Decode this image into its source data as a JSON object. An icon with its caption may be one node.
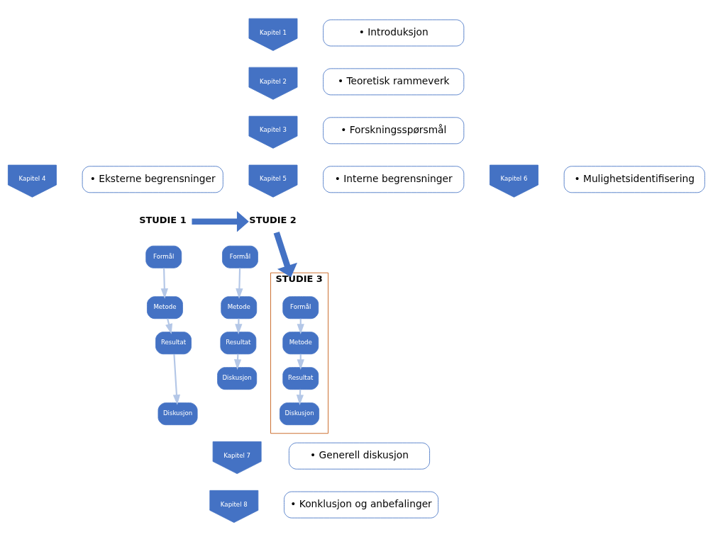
{
  "diagram": {
    "nodes": [
      {
        "text": [
          "Kapitel 1"
        ]
      },
      {
        "text": [
          "• Introduksjon"
        ]
      },
      {
        "text": [
          "Kapitel 2"
        ]
      },
      {
        "text": [
          "• Teoretisk rammeverk"
        ]
      },
      {
        "text": [
          "Kapitel 3"
        ]
      },
      {
        "text": [
          "• Forskningsspørsmål"
        ]
      },
      {
        "text": [
          "Kapitel 4"
        ]
      },
      {
        "text": [
          "• Eksterne begrensninger"
        ]
      },
      {
        "text": [
          "Kapitel 5"
        ]
      },
      {
        "text": [
          "• Interne begrensninger"
        ]
      },
      {
        "text": [
          "Kapitel 6"
        ]
      },
      {
        "text": [
          "• Mulighetsidentifisering"
        ]
      },
      {
        "text": [
          "STUDIE 1"
        ]
      },
      {
        "text": [
          "Formål"
        ]
      },
      {
        "text": [
          "Metode"
        ]
      },
      {
        "text": [
          "Resultat"
        ]
      },
      {
        "text": [
          "Diskusjon"
        ]
      },
      {
        "text": [
          "STUDIE 2"
        ]
      },
      {
        "text": [
          "Formål"
        ]
      },
      {
        "text": [
          "Metode"
        ]
      },
      {
        "text": [
          "Resultat"
        ]
      },
      {
        "text": [
          "Diskusjon"
        ]
      },
      {
        "text": [
          "STUDIE 3"
        ]
      },
      {
        "text": [
          "Formål"
        ],
        "in": 22
      },
      {
        "text": [
          "Metode"
        ],
        "in": 22
      },
      {
        "text": [
          "Resultat"
        ],
        "in": 22
      },
      {
        "text": [
          "Diskusjon"
        ],
        "in": 22
      },
      {
        "text": [
          "Kapitel 7"
        ]
      },
      {
        "text": [
          "• Generell diskusjon"
        ]
      },
      {
        "text": [
          "Kapitel 8"
        ]
      },
      {
        "text": [
          "• Konklusjon og anbefalinger"
        ]
      }
    ],
    "edges": [
      {
        "from": 13,
        "to": 14,
        "arrow": "to"
      },
      {
        "from": 14,
        "to": 15,
        "arrow": "to"
      },
      {
        "from": 15,
        "to": 16,
        "arrow": "to"
      },
      {
        "from": 12,
        "to": 17,
        "arrow": "to",
        "style": "thick",
        "color": "#4472c4"
      },
      {
        "from": 18,
        "to": 19,
        "arrow": "to"
      },
      {
        "from": 19,
        "to": 20,
        "arrow": "to"
      },
      {
        "from": 20,
        "to": 21,
        "arrow": "to"
      },
      {
        "from": 17,
        "to": 22,
        "arrow": "to",
        "style": "thick",
        "color": "#4472c4"
      },
      {
        "from": 23,
        "to": 24,
        "arrow": "to"
      },
      {
        "from": 24,
        "to": 25,
        "arrow": "to"
      },
      {
        "from": 25,
        "to": 26,
        "arrow": "to"
      }
    ]
  }
}
